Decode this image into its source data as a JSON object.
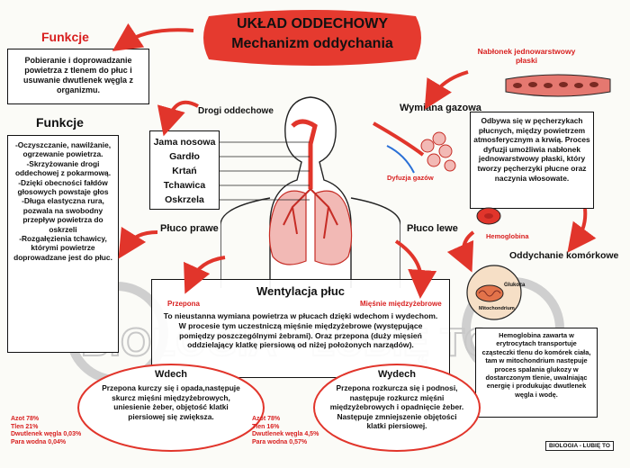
{
  "title": {
    "line1": "UKŁAD ODDECHOWY",
    "line2": "Mechanizm oddychania"
  },
  "funkcje_top": {
    "heading": "Funkcje",
    "text": "Pobieranie i doprowadzanie powietrza z tlenem do płuc i usuwanie dwutlenek węgla z organizmu."
  },
  "funkcje_left": {
    "heading": "Funkcje",
    "items": [
      "-Oczyszczanie, nawilżanie, ogrzewanie powietrza.",
      "-Skrzyżowanie drogi oddechowej z pokarmową.",
      "-Dzięki obecności fałdów głosowych powstaje głos",
      "-Długa elastyczna rura, pozwala na swobodny przepływ powietrza do oskrzeli",
      "-Rozgałęzienia tchawicy, którymi powietrze doprowadzane jest do płuc."
    ]
  },
  "drogi": {
    "heading": "Drogi oddechowe",
    "items": [
      "Jama nosowa",
      "Gardło",
      "Krtań",
      "Tchawica",
      "Oskrzela"
    ]
  },
  "pluco_prawe": "Płuco prawe",
  "pluco_lewe": "Płuco lewe",
  "naborek": {
    "label": "Nabłonek jednowarstwowy płaski"
  },
  "wymiana": {
    "heading": "Wymiana gazowa",
    "text": "Odbywa się w pęcherzykach płucnych, między powietrzem atmosferycznym a krwią. Proces dyfuzji umożliwia nabłonek jednowarstwowy płaski, który tworzy pęcherzyki płucne oraz naczynia włosowate.",
    "dyfuzja_label": "Dyfuzja gazów"
  },
  "hemoglobina_label": "Hemoglobina",
  "oddychanie": {
    "heading": "Oddychanie komórkowe",
    "glukoza_label": "Glukoza",
    "mito_label": "Mitochondrium",
    "text": "Hemoglobina zawarta w erytrocytach transportuje cząsteczki tlenu do komórek ciała, tam w mitochondrium następuje proces spalania glukozy w dostarczonym tlenie, uwalniając energię i produkując dwutlenek węgla i wodę."
  },
  "wentylacja": {
    "heading": "Wentylacja płuc",
    "przepona": "Przepona",
    "miesnie": "Mięśnie międzyżebrowe",
    "text": "To nieustanna wymiana powietrza w płucach dzięki wdechom i wydechom. W procesie tym uczestniczą mięśnie międzyżebrowe (występujące pomiędzy poszczególnymi żebrami). Oraz przepona (duży mięsień oddzielający klatkę piersiową od niżej położonych narządów)."
  },
  "wdech": {
    "heading": "Wdech",
    "text": "Przepona kurczy się i opada,następuje skurcz mięśni międzyżebrowych, uniesienie żeber, objętość klatki piersiowej się zwiększa.",
    "stats": [
      "Azot 78%",
      "Tlen 21%",
      "Dwutlenek węgla 0,03%",
      "Para wodna 0,04%"
    ]
  },
  "wydech": {
    "heading": "Wydech",
    "text": "Przepona rozkurcza się i podnosi, następuje rozkurcz mięśni międzyżebrowych i opadnięcie żeber. Następuje zmniejszenie objętości klatki piersiowej.",
    "stats": [
      "Azot 78%",
      "Tlen 16%",
      "Dwutlenek węgla 4,5%",
      "Para wodna 0,57%"
    ]
  },
  "watermark": "BIOLOGIA - LUBIĘ TO",
  "logo_text": "BIOLOGIA - LUBIĘ TO",
  "colors": {
    "accent_red": "#d81f1f",
    "lung_pink": "#f2b9b5",
    "watermark_grey": "#c8c8c8"
  }
}
